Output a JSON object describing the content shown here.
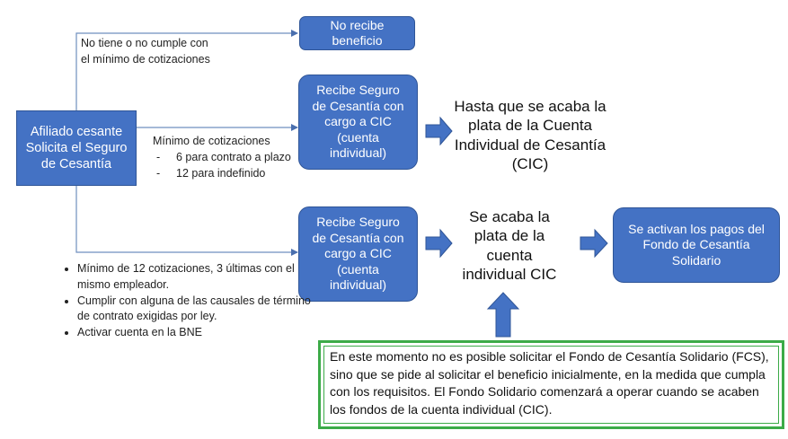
{
  "nodes": {
    "start": {
      "lines": [
        "Afiliado cesante",
        "Solicita el Seguro",
        "de Cesantía"
      ]
    },
    "no_benefit": {
      "lines": [
        "No recibe",
        "beneficio"
      ]
    },
    "cic1": {
      "lines": [
        "Recibe Seguro",
        "de Cesantía con",
        "cargo a CIC",
        "(cuenta",
        "individual)"
      ]
    },
    "cic2": {
      "lines": [
        "Recibe Seguro",
        "de Cesantía con",
        "cargo a CIC",
        "(cuenta",
        "individual)"
      ]
    },
    "fcs": {
      "lines": [
        "Se activan los pagos del",
        "Fondo de Cesantía",
        "Solidario"
      ]
    }
  },
  "texts": {
    "until_cic": [
      "Hasta que se acaba la",
      "plata de la Cuenta",
      "Individual de Cesantía",
      "(CIC)"
    ],
    "cic_ends": [
      "Se acaba la",
      "plata de la",
      "cuenta",
      "individual CIC"
    ]
  },
  "labels": {
    "no_meet": [
      "No tiene o no cumple con",
      "el mínimo de cotizaciones"
    ],
    "min_contrib_title": "Mínimo de cotizaciones",
    "min_contrib_items": [
      "6 para contrato a plazo",
      "12 para indefinido"
    ],
    "requirements": [
      "Mínimo de 12 cotizaciones, 3 últimas con el mismo empleador.",
      "Cumplir con alguna de las causales de término de contrato exigidas por ley.",
      "Activar cuenta en la BNE"
    ]
  },
  "note": "En este momento no es posible solicitar el Fondo de Cesantía Solidario (FCS), sino que se pide al solicitar el beneficio inicialmente, en la medida que cumpla con los requisitos. El Fondo Solidario comenzará a operar cuando se acaben los fondos de la cuenta individual (CIC).",
  "colors": {
    "box_fill": "#4472c4",
    "box_border": "#2f5597",
    "note_border": "#3cab48",
    "connector": "#6f8fbf"
  }
}
